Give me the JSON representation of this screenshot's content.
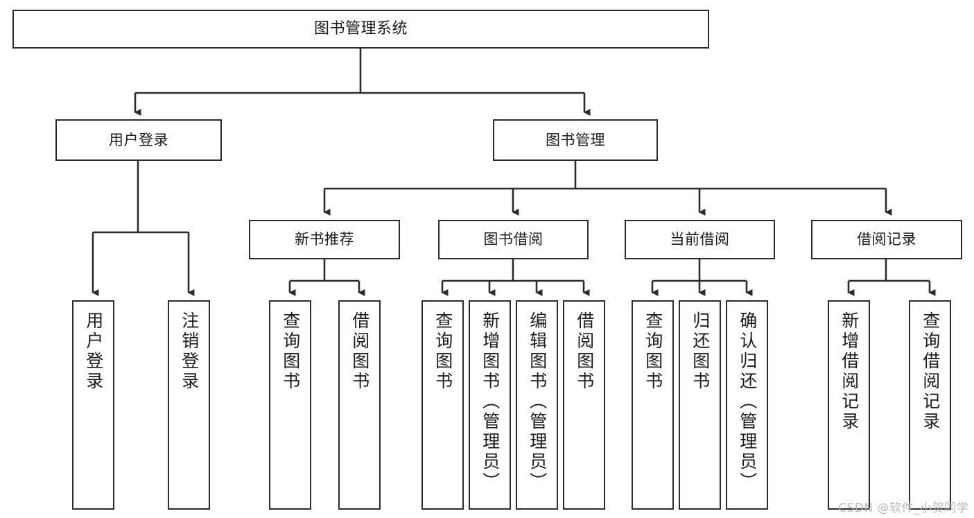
{
  "diagram": {
    "title": "图书管理系统",
    "type": "tree",
    "watermark": "CSDN @软件_小贺同学",
    "colors": {
      "stroke": "#2b2b2b",
      "fill": "#ffffff",
      "text": "#1b1b1b",
      "watermark": "#b9b9b9"
    },
    "nodes": {
      "root": {
        "label": "图书管理系统"
      },
      "level2": [
        {
          "id": "user-login",
          "label": "用户登录"
        },
        {
          "id": "book-manage",
          "label": "图书管理"
        }
      ],
      "level3": [
        {
          "id": "new-book-rec",
          "label": "新书推荐"
        },
        {
          "id": "book-borrow",
          "label": "图书借阅"
        },
        {
          "id": "current-borrow",
          "label": "当前借阅"
        },
        {
          "id": "borrow-record",
          "label": "借阅记录"
        }
      ],
      "leaves": [
        {
          "id": "leaf-user-login",
          "label": "用户登录",
          "parent": "user-login"
        },
        {
          "id": "leaf-logout",
          "label": "注销登录",
          "parent": "user-login"
        },
        {
          "id": "leaf-query-book-1",
          "label": "查询图书",
          "parent": "new-book-rec"
        },
        {
          "id": "leaf-borrow-book-1",
          "label": "借阅图书",
          "parent": "new-book-rec"
        },
        {
          "id": "leaf-query-book-2",
          "label": "查询图书",
          "parent": "book-borrow"
        },
        {
          "id": "leaf-add-book",
          "label": "新增图书（管理员）",
          "parent": "book-borrow"
        },
        {
          "id": "leaf-edit-book",
          "label": "编辑图书（管理员）",
          "parent": "book-borrow"
        },
        {
          "id": "leaf-borrow-book-2",
          "label": "借阅图书",
          "parent": "book-borrow"
        },
        {
          "id": "leaf-query-book-3",
          "label": "查询图书",
          "parent": "current-borrow"
        },
        {
          "id": "leaf-return-book",
          "label": "归还图书",
          "parent": "current-borrow"
        },
        {
          "id": "leaf-confirm-return",
          "label": "确认归还（管理员）",
          "parent": "current-borrow"
        },
        {
          "id": "leaf-add-record",
          "label": "新增借阅记录",
          "parent": "borrow-record"
        },
        {
          "id": "leaf-query-record",
          "label": "查询借阅记录",
          "parent": "borrow-record"
        }
      ]
    }
  }
}
